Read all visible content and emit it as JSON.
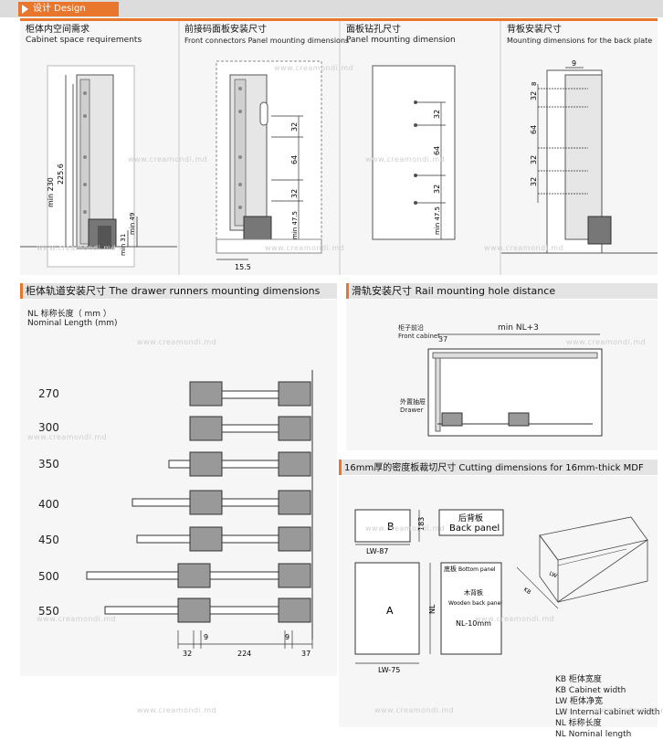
{
  "header": {
    "tab_label": "设计 Design"
  },
  "top_cells": [
    {
      "cn": "柜体内空间需求",
      "en": "Cabinet space requirements"
    },
    {
      "cn": "前接码面板安装尺寸",
      "en": "Front connectors Panel mounting dimensions"
    },
    {
      "cn": "面板钻孔尺寸",
      "en": "Panel mounting dimension"
    },
    {
      "cn": "背板安装尺寸",
      "en": "Mounting dimensions for the back plate"
    }
  ],
  "cabinet_dims": {
    "min_230": "min 230",
    "d225": "225.6",
    "min31": "min 31",
    "min49": "min 49"
  },
  "front_dims": {
    "d32a": "32",
    "d64": "64",
    "d32b": "32",
    "min475": "min 47.5",
    "d155": "15.5"
  },
  "panel_dims": {
    "d32a": "32",
    "d64": "64",
    "d32b": "32",
    "min475": "min 47.5"
  },
  "back_dims": {
    "d9": "9",
    "d32a": "32",
    "d8": "8",
    "d64": "64",
    "d32b": "32",
    "d32c": "32"
  },
  "runners": {
    "title": "柜体轨道安装尺寸  The drawer runners mounting dimensions",
    "nl_cn": "NL 标称长度（ mm ）",
    "nl_en": "Nominal Length (mm)",
    "lengths": [
      "270",
      "300",
      "350",
      "400",
      "450",
      "500",
      "550"
    ],
    "dims": {
      "d32": "32",
      "d9a": "9",
      "d224": "224",
      "d9b": "9",
      "d37": "37"
    }
  },
  "rail": {
    "title": "滑轨安装尺寸 Rail mounting hole distance",
    "front_cn": "柜子前沿",
    "front_en": "Front cabinet",
    "d37": "37",
    "min_nl": "min NL+3",
    "drawer_cn": "外置抽屉",
    "drawer_en": "Drawer"
  },
  "mdf": {
    "title": "16mm厚的密度板裁切尺寸  Cutting dimensions for 16mm-thick MDF",
    "b": "B",
    "d183": "183",
    "lw87": "LW-87",
    "back_cn": "后背板",
    "back_en": "Back panel",
    "bottom_cn": "底板",
    "bottom_en": "Bottom panel",
    "wooden_cn": "木背板",
    "wooden_en": "Wooden back panel",
    "nl10": "NL-10mm",
    "a": "A",
    "nl": "NL",
    "lw75": "LW-75",
    "iso_kb": "KB",
    "iso_lw": "LW"
  },
  "legend": [
    "KB    柜体宽度",
    "KB Cabinet width",
    "LW    柜体净宽",
    "LW Internal cabinet width",
    "NL     标称长度",
    "NL Nominal length"
  ],
  "watermark": "www.creamondi.md",
  "colors": {
    "accent": "#e8762c",
    "bar": "#e4e4e4",
    "panel": "#f6f6f6"
  }
}
